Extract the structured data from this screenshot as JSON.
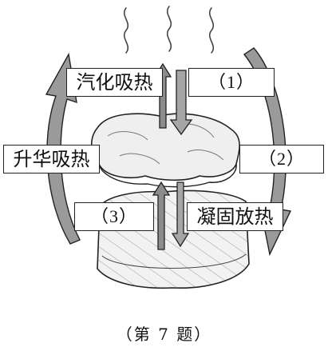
{
  "labels": {
    "vaporization": "汽化吸热",
    "blank1": "（1）",
    "sublimation": "升华吸热",
    "blank2": "（2）",
    "blank3": "（3）",
    "solidification": "凝固放热"
  },
  "caption": "（第 7 题）",
  "colors": {
    "line": "#222222",
    "cycle_arrow_fill": "#9a9a9a",
    "up_arrow_fill": "#8c8c8c",
    "down_arrow_fill": "#a6a6a6",
    "ice_fill": "#efefef",
    "block_fill": "#f2f2f2"
  }
}
